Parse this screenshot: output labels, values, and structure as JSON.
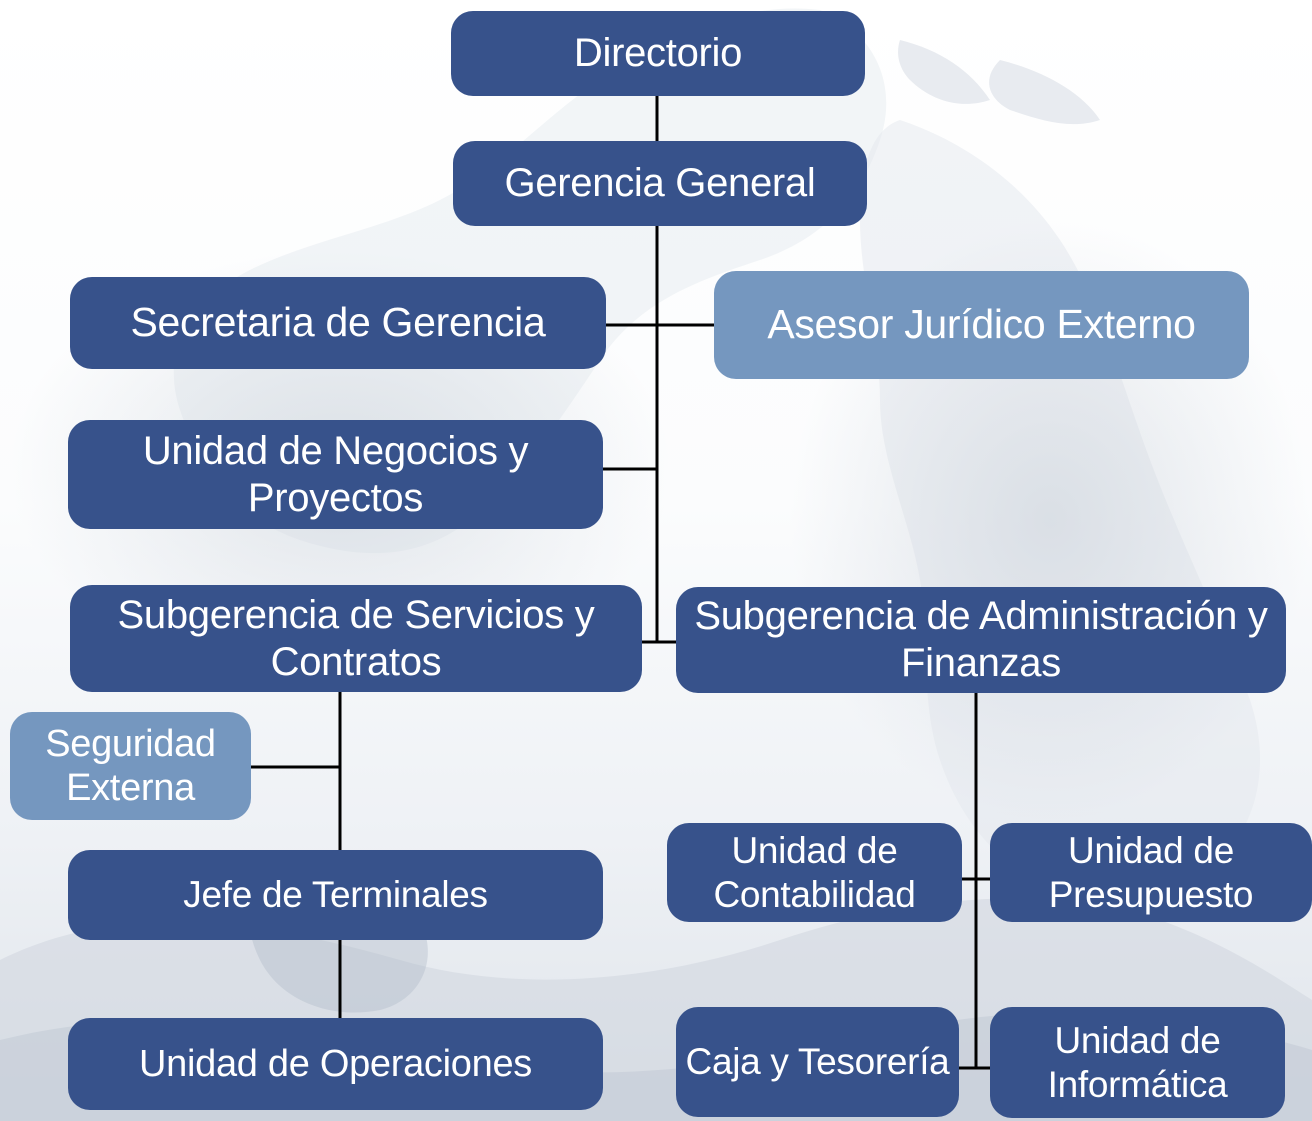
{
  "org_chart": {
    "directorio": "Directorio",
    "gerencia_general": "Gerencia General",
    "secretaria": "Secretaria de Gerencia",
    "asesor": "Asesor Jurídico Externo",
    "negocios": [
      "Unidad de Negocios y",
      "Proyectos"
    ],
    "servicios": [
      "Subgerencia de Servicios y",
      "Contratos"
    ],
    "administracion": [
      "Subgerencia de Administración y",
      "Finanzas"
    ],
    "seguridad": [
      "Seguridad",
      "Externa"
    ],
    "jefe_terminales": "Jefe de Terminales",
    "operaciones": "Unidad de Operaciones",
    "contabilidad": [
      "Unidad de",
      "Contabilidad"
    ],
    "presupuesto": [
      "Unidad de",
      "Presupuesto"
    ],
    "caja": "Caja y Tesorería",
    "informatica": [
      "Unidad de",
      "Informática"
    ]
  },
  "colors": {
    "primary_box": "#37528b",
    "secondary_box": "#7597bf",
    "connector": "#000000",
    "box_text": "#ffffff"
  }
}
